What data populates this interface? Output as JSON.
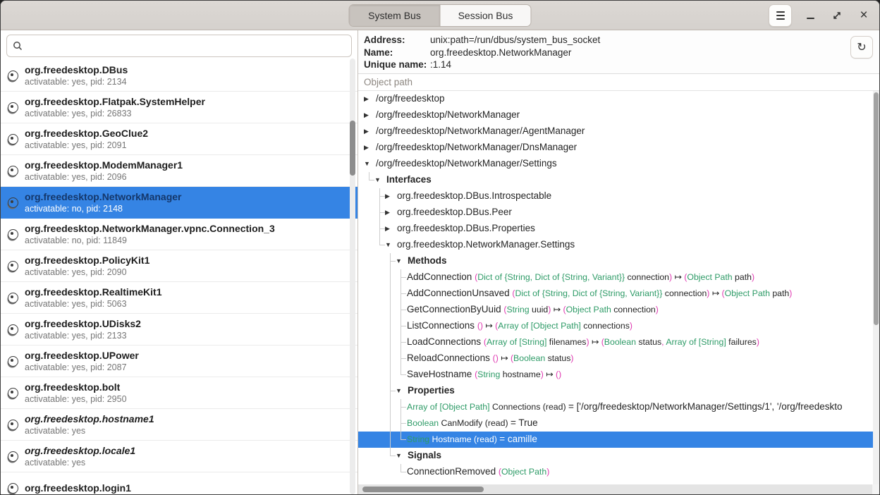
{
  "icons": {
    "refresh": "↻",
    "close": "×",
    "expand": "▼",
    "collapse": "▶"
  },
  "header": {
    "tabs": [
      {
        "label": "System Bus",
        "active": true
      },
      {
        "label": "Session Bus",
        "active": false
      }
    ]
  },
  "sidebar": {
    "search_placeholder": "",
    "items": [
      {
        "name": "org.freedesktop.DBus",
        "detail": "activatable: yes, pid: 2134"
      },
      {
        "name": "org.freedesktop.Flatpak.SystemHelper",
        "detail": "activatable: yes, pid: 26833"
      },
      {
        "name": "org.freedesktop.GeoClue2",
        "detail": "activatable: yes, pid: 2091"
      },
      {
        "name": "org.freedesktop.ModemManager1",
        "detail": "activatable: yes, pid: 2096"
      },
      {
        "name": "org.freedesktop.NetworkManager",
        "detail": "activatable: no, pid: 2148",
        "selected": true
      },
      {
        "name": "org.freedesktop.NetworkManager.vpnc.Connection_3",
        "detail": "activatable: no, pid: 11849"
      },
      {
        "name": "org.freedesktop.PolicyKit1",
        "detail": "activatable: yes, pid: 2090"
      },
      {
        "name": "org.freedesktop.RealtimeKit1",
        "detail": "activatable: yes, pid: 5063"
      },
      {
        "name": "org.freedesktop.UDisks2",
        "detail": "activatable: yes, pid: 2133"
      },
      {
        "name": "org.freedesktop.UPower",
        "detail": "activatable: yes, pid: 2087"
      },
      {
        "name": "org.freedesktop.bolt",
        "detail": "activatable: yes, pid: 2950"
      },
      {
        "name": "org.freedesktop.hostname1",
        "detail": "activatable: yes",
        "italic": true
      },
      {
        "name": "org.freedesktop.locale1",
        "detail": "activatable: yes",
        "italic": true
      },
      {
        "name": "org.freedesktop.login1",
        "detail": ""
      }
    ]
  },
  "details": {
    "address_label": "Address:",
    "address": "unix:path=/run/dbus/system_bus_socket",
    "name_label": "Name:",
    "name": "org.freedesktop.NetworkManager",
    "unique_label": "Unique name:",
    "unique": ":1.14",
    "column_header": "Object path",
    "colors": {
      "selection": "#3584e4",
      "type_green": "#2e9b67",
      "punct_pink": "#e03bb2"
    },
    "tree": [
      {
        "lvl": 0,
        "exp": "c",
        "parts": [
          [
            "/org/freedesktop",
            "k"
          ]
        ]
      },
      {
        "lvl": 0,
        "exp": "c",
        "parts": [
          [
            "/org/freedesktop/NetworkManager",
            "k"
          ]
        ]
      },
      {
        "lvl": 0,
        "exp": "c",
        "parts": [
          [
            "/org/freedesktop/NetworkManager/AgentManager",
            "k"
          ]
        ]
      },
      {
        "lvl": 0,
        "exp": "c",
        "parts": [
          [
            "/org/freedesktop/NetworkManager/DnsManager",
            "k"
          ]
        ]
      },
      {
        "lvl": 0,
        "exp": "e",
        "parts": [
          [
            "/org/freedesktop/NetworkManager/Settings",
            "k"
          ]
        ]
      },
      {
        "lvl": 1,
        "exp": "e",
        "bold": true,
        "guides": [
          "last"
        ],
        "parts": [
          [
            "Interfaces",
            "k"
          ]
        ]
      },
      {
        "lvl": 2,
        "exp": "c",
        "guides": [
          "b",
          "mid"
        ],
        "parts": [
          [
            "org.freedesktop.DBus.Introspectable",
            "k"
          ]
        ]
      },
      {
        "lvl": 2,
        "exp": "c",
        "guides": [
          "b",
          "mid"
        ],
        "parts": [
          [
            "org.freedesktop.DBus.Peer",
            "k"
          ]
        ]
      },
      {
        "lvl": 2,
        "exp": "c",
        "guides": [
          "b",
          "mid"
        ],
        "parts": [
          [
            "org.freedesktop.DBus.Properties",
            "k"
          ]
        ]
      },
      {
        "lvl": 2,
        "exp": "e",
        "guides": [
          "b",
          "last"
        ],
        "parts": [
          [
            "org.freedesktop.NetworkManager.Settings",
            "k"
          ]
        ]
      },
      {
        "lvl": 3,
        "exp": "e",
        "bold": true,
        "guides": [
          "b",
          "b",
          "mid"
        ],
        "parts": [
          [
            "Methods",
            "k"
          ]
        ]
      },
      {
        "lvl": 4,
        "guides": [
          "b",
          "b",
          "v",
          "mid"
        ],
        "parts": [
          [
            "AddConnection ",
            "k"
          ],
          [
            "(",
            "p"
          ],
          [
            "Dict of {String, Dict of {String, Variant}}",
            "g"
          ],
          [
            " connection",
            "ks"
          ],
          [
            ")",
            "p"
          ],
          [
            " ↦ ",
            "ks"
          ],
          [
            "(",
            "p"
          ],
          [
            "Object Path",
            "g"
          ],
          [
            " path",
            "ks"
          ],
          [
            ")",
            "p"
          ]
        ]
      },
      {
        "lvl": 4,
        "guides": [
          "b",
          "b",
          "v",
          "mid"
        ],
        "parts": [
          [
            "AddConnectionUnsaved ",
            "k"
          ],
          [
            "(",
            "p"
          ],
          [
            "Dict of {String, Dict of {String, Variant}}",
            "g"
          ],
          [
            " connection",
            "ks"
          ],
          [
            ")",
            "p"
          ],
          [
            " ↦ ",
            "ks"
          ],
          [
            "(",
            "p"
          ],
          [
            "Object Path",
            "g"
          ],
          [
            " path",
            "ks"
          ],
          [
            ")",
            "p"
          ]
        ]
      },
      {
        "lvl": 4,
        "guides": [
          "b",
          "b",
          "v",
          "mid"
        ],
        "parts": [
          [
            "GetConnectionByUuid ",
            "k"
          ],
          [
            "(",
            "p"
          ],
          [
            "String",
            "g"
          ],
          [
            " uuid",
            "ks"
          ],
          [
            ")",
            "p"
          ],
          [
            " ↦ ",
            "ks"
          ],
          [
            "(",
            "p"
          ],
          [
            "Object Path",
            "g"
          ],
          [
            " connection",
            "ks"
          ],
          [
            ")",
            "p"
          ]
        ]
      },
      {
        "lvl": 4,
        "guides": [
          "b",
          "b",
          "v",
          "mid"
        ],
        "parts": [
          [
            "ListConnections ",
            "k"
          ],
          [
            "()",
            "p"
          ],
          [
            " ↦ ",
            "ks"
          ],
          [
            "(",
            "p"
          ],
          [
            "Array of [Object Path]",
            "g"
          ],
          [
            " connections",
            "ks"
          ],
          [
            ")",
            "p"
          ]
        ]
      },
      {
        "lvl": 4,
        "guides": [
          "b",
          "b",
          "v",
          "mid"
        ],
        "parts": [
          [
            "LoadConnections ",
            "k"
          ],
          [
            "(",
            "p"
          ],
          [
            "Array of [String]",
            "g"
          ],
          [
            " filenames",
            "ks"
          ],
          [
            ")",
            "p"
          ],
          [
            " ↦ ",
            "ks"
          ],
          [
            "(",
            "p"
          ],
          [
            "Boolean",
            "g"
          ],
          [
            " status",
            "ks"
          ],
          [
            ", ",
            "p"
          ],
          [
            "Array of [String]",
            "g"
          ],
          [
            " failures",
            "ks"
          ],
          [
            ")",
            "p"
          ]
        ]
      },
      {
        "lvl": 4,
        "guides": [
          "b",
          "b",
          "v",
          "mid"
        ],
        "parts": [
          [
            "ReloadConnections ",
            "k"
          ],
          [
            "()",
            "p"
          ],
          [
            " ↦ ",
            "ks"
          ],
          [
            "(",
            "p"
          ],
          [
            "Boolean",
            "g"
          ],
          [
            " status",
            "ks"
          ],
          [
            ")",
            "p"
          ]
        ]
      },
      {
        "lvl": 4,
        "guides": [
          "b",
          "b",
          "v",
          "last"
        ],
        "parts": [
          [
            "SaveHostname ",
            "k"
          ],
          [
            "(",
            "p"
          ],
          [
            "String",
            "g"
          ],
          [
            " hostname",
            "ks"
          ],
          [
            ")",
            "p"
          ],
          [
            " ↦ ",
            "ks"
          ],
          [
            "()",
            "p"
          ]
        ]
      },
      {
        "lvl": 3,
        "exp": "e",
        "bold": true,
        "guides": [
          "b",
          "b",
          "mid"
        ],
        "parts": [
          [
            "Properties",
            "k"
          ]
        ]
      },
      {
        "lvl": 4,
        "guides": [
          "b",
          "b",
          "v",
          "mid"
        ],
        "parts": [
          [
            "Array of [Object Path]",
            "g"
          ],
          [
            " Connections (read) ",
            "ks"
          ],
          [
            "= ['/org/freedesktop/NetworkManager/Settings/1', '/org/freedeskto",
            "k"
          ]
        ]
      },
      {
        "lvl": 4,
        "guides": [
          "b",
          "b",
          "v",
          "mid"
        ],
        "parts": [
          [
            "Boolean",
            "g"
          ],
          [
            " CanModify (read) ",
            "ks"
          ],
          [
            "= True",
            "k"
          ]
        ]
      },
      {
        "lvl": 4,
        "sel": true,
        "guides": [
          "b",
          "b",
          "v",
          "last"
        ],
        "parts": [
          [
            "String",
            "g"
          ],
          [
            " Hostname (read) ",
            "ks"
          ],
          [
            "= camille",
            "k"
          ]
        ]
      },
      {
        "lvl": 3,
        "exp": "e",
        "bold": true,
        "guides": [
          "b",
          "b",
          "last"
        ],
        "parts": [
          [
            "Signals",
            "k"
          ]
        ]
      },
      {
        "lvl": 4,
        "guides": [
          "b",
          "b",
          "b",
          "last"
        ],
        "parts": [
          [
            "ConnectionRemoved ",
            "k"
          ],
          [
            "(",
            "p"
          ],
          [
            "Object Path",
            "g"
          ],
          [
            ")",
            "p"
          ]
        ]
      }
    ]
  }
}
